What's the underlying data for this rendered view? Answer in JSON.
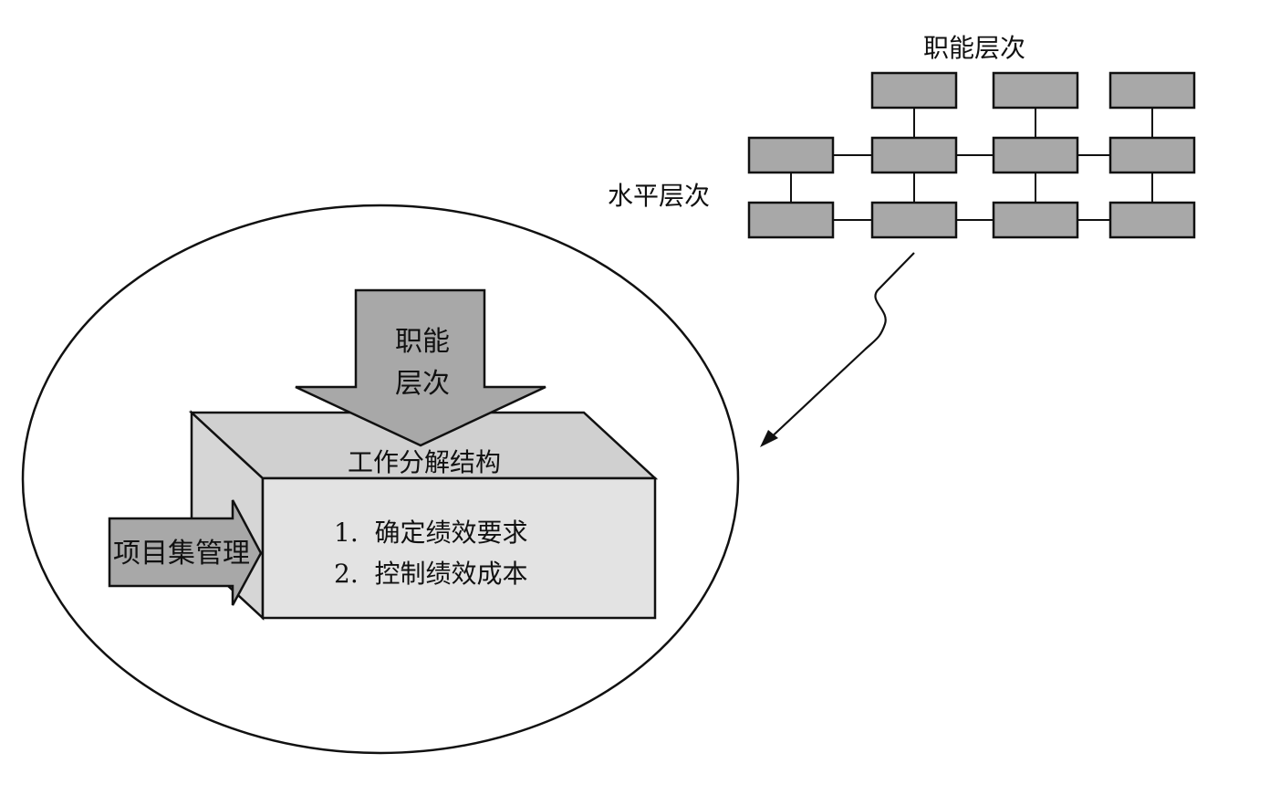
{
  "labels": {
    "functional_levels_top": "职能层次",
    "horizontal_levels": "水平层次",
    "arrow_functional_line1": "职能",
    "arrow_functional_line2": "层次",
    "wbs_title": "工作分解结构",
    "program_management": "项目集管理",
    "item1": "1.  确定绩效要求",
    "item2": "2.  控制绩效成本"
  },
  "grid": {
    "rows": [
      [
        "",
        "box",
        "box",
        "box"
      ],
      [
        "box",
        "box",
        "box",
        "box"
      ],
      [
        "box",
        "box",
        "box",
        "box"
      ]
    ]
  },
  "colors": {
    "box_fill": "#a8a8a8",
    "arrow_fill": "#a8a8a8",
    "cube_top": "#d0d0d0",
    "cube_front": "#e3e3e3",
    "cube_side": "#d6d6d6",
    "stroke": "#111111"
  }
}
